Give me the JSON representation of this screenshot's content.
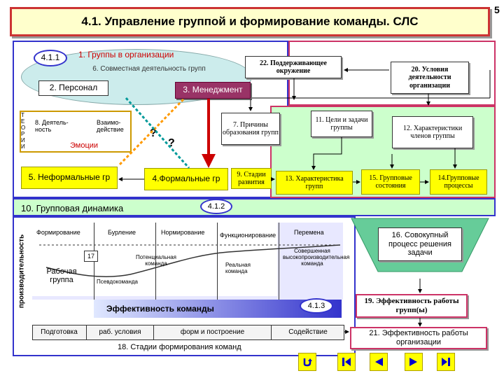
{
  "page_number": "5",
  "title": "4.1. Управление группой и формирование команды. СЛС",
  "labels": {
    "l411": "4.1.1",
    "l412": "4.1.2",
    "l413": "4.1.3",
    "groups_in_org": "1. Группы в организации",
    "joint_activity": "6. Совместная деятельность групп",
    "personnel": "2. Персонал",
    "management": "3. Менеджмент",
    "support_env": "22. Поддерживающее окружение",
    "org_conditions": "20. Условия деятельности организации",
    "theory_letters": "Т Е О Р И И",
    "activity8": "8. Деятель-ность",
    "interaction": "Взаимо-действие",
    "emotions": "Эмоции",
    "q1": "?",
    "q2": "?",
    "causes": "7. Причины образования групп",
    "goals": "11. Цели и задачи группы",
    "member_chars": "12. Характеристики членов группы",
    "informal": "5. Неформальные гр",
    "formal": "4.Формальные гр",
    "stages_dev": "9. Стадии развития",
    "group_chars": "13. Характеристика групп",
    "group_states": "15. Групповые состояния",
    "group_processes": "14.Групповые процессы",
    "group_dynamics": "10. Групповая динамика",
    "productivity": "производительность",
    "total_process": "16. Совокупный процесс решения задачи",
    "eff_groups": "19. Эффективность работы групп(ы)",
    "eff_org": "21. Эффективность работы организации",
    "team_eff": "Эффективность команды",
    "stages_form": "18. Стадии формирования команд"
  },
  "phases": [
    "Формирование",
    "Бурление",
    "Нормирование",
    "Функционирование",
    "Перемена"
  ],
  "chart_labels": {
    "n17": "17",
    "potential": "Потенциальная команда",
    "work_group": "Рабочая группа",
    "pseudo": "Псевдокоманда",
    "real": "Реальная команда",
    "high_perf": "Совершенная высокопроизводительная команда"
  },
  "bottom_steps": [
    "Подготовка",
    "раб. условия",
    "форм и построение",
    "Содействие"
  ],
  "colors": {
    "title_bg": "#ffffcc",
    "green": "#ccffcc",
    "blue": "#3333cc",
    "management": "#993366",
    "yellow": "#ffff00",
    "red_arrow": "#cc0000"
  },
  "nav_icons": [
    "return-icon",
    "first-icon",
    "prev-icon",
    "next-icon",
    "last-icon"
  ]
}
